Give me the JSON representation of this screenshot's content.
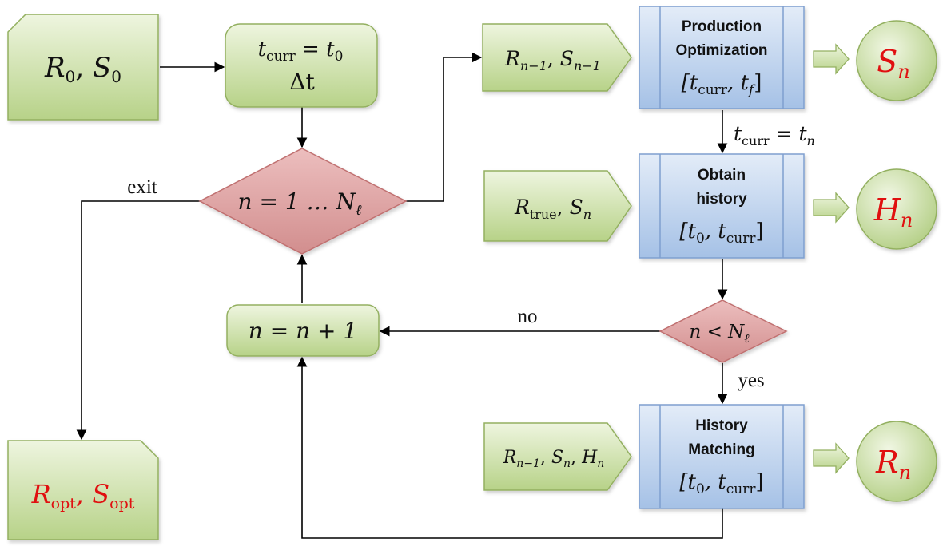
{
  "nodes": {
    "start_input": {
      "var1": "R",
      "sub1": "0",
      "sep": ", ",
      "var2": "S",
      "sub2": "0"
    },
    "init": {
      "line1_lhs": "t",
      "line1_lhs_sub": "curr",
      "line1_eq": " = ",
      "line1_rhs": "t",
      "line1_rhs_sub": "0",
      "line2": "Δt"
    },
    "loop_decision": {
      "text": "n = 1 … N",
      "sub": "ℓ"
    },
    "increment": {
      "text": "n = n + 1"
    },
    "prod_input": {
      "var1": "R",
      "sub1": "n−1",
      "sep": ", ",
      "var2": "S",
      "sub2": "n−1"
    },
    "production_optimization": {
      "title1": "Production",
      "title2": "Optimization",
      "interval": "[t",
      "interval_sub": "curr",
      "interval_mid": ", t",
      "interval_sub2": "f",
      "interval_end": "]"
    },
    "prod_output": {
      "var": "S",
      "sub": "n"
    },
    "history_input": {
      "var1": "R",
      "sub1": "true",
      "sep": ", ",
      "var2": "S",
      "sub2": "n"
    },
    "obtain_history": {
      "title1": "Obtain",
      "title2": "history",
      "interval": "[t",
      "interval_sub": "0",
      "interval_mid": ", t",
      "interval_sub2": "curr",
      "interval_end": "]"
    },
    "history_output": {
      "var": "H",
      "sub": "n"
    },
    "check_decision": {
      "text": "n < N",
      "sub": "ℓ"
    },
    "match_input": {
      "var1": "R",
      "sub1": "n−1",
      "sep1": ", ",
      "var2": "S",
      "sub2": "n",
      "sep2": ", ",
      "var3": "H",
      "sub3": "n"
    },
    "history_matching": {
      "title1": "History",
      "title2": "Matching",
      "interval": "[t",
      "interval_sub": "0",
      "interval_mid": ", t",
      "interval_sub2": "curr",
      "interval_end": "]"
    },
    "match_output": {
      "var": "R",
      "sub": "n"
    },
    "final_output": {
      "var1": "R",
      "sub1": "opt",
      "sep": ", ",
      "var2": "S",
      "sub2": "opt"
    }
  },
  "edge_labels": {
    "exit": "exit",
    "no": "no",
    "yes": "yes",
    "update": {
      "lhs": "t",
      "lhs_sub": "curr",
      "eq": " = ",
      "rhs": "t",
      "rhs_sub": "n"
    }
  },
  "colors": {
    "green_fill_top": "#e9f2d6",
    "green_fill_bottom": "#b9d38b",
    "green_stroke": "#93b060",
    "red_fill": "#dea0a0",
    "red_stroke": "#c07070",
    "blue_fill_top": "#dde8f6",
    "blue_fill_bottom": "#a9c4e6",
    "blue_stroke": "#7f9fcf",
    "highlight_text": "#e01010"
  }
}
